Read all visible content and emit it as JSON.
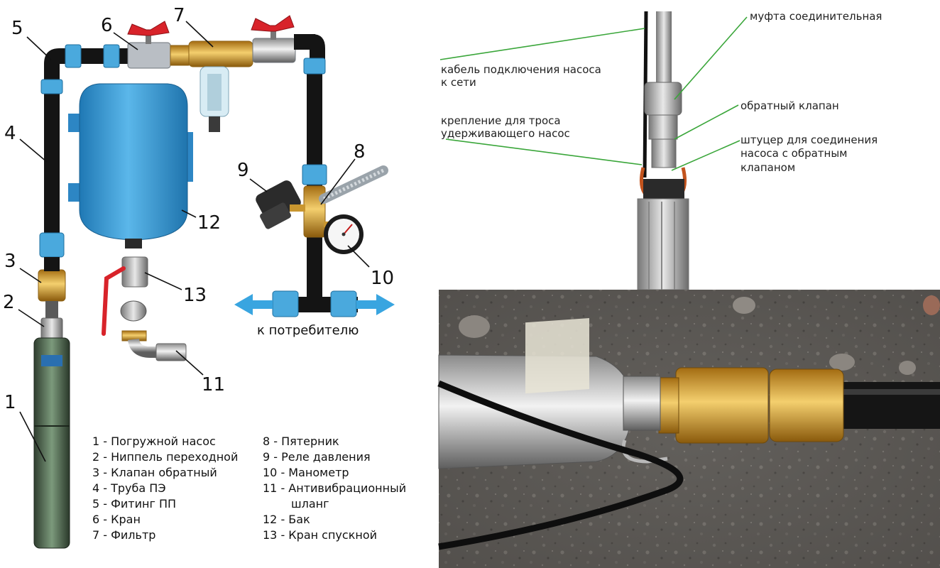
{
  "numbers": {
    "n1": "1",
    "n2": "2",
    "n3": "3",
    "n4": "4",
    "n5": "5",
    "n6": "6",
    "n7": "7",
    "n8": "8",
    "n9": "9",
    "n10": "10",
    "n11": "11",
    "n12": "12",
    "n13": "13"
  },
  "consumer_label": "к потребителю",
  "legend": {
    "left": [
      "1 - Погружной насос",
      "2 - Ниппель переходной",
      "3 - Клапан обратный",
      "4 - Труба ПЭ",
      "5 - Фитинг ПП",
      "6 - Кран",
      "7 - Фильтр"
    ],
    "right": [
      "8 - Пятерник",
      "9 - Реле давления",
      "10 - Манометр",
      "11 - Антивибрационный",
      "шланг",
      "12 - Бак",
      "13 - Кран спускной"
    ]
  },
  "annotations": {
    "coupling": "муфта соединительная",
    "cable_l1": "кабель подключения насоса",
    "cable_l2": "к сети",
    "check_valve": "обратный клапан",
    "mount_l1": "крепление для троса",
    "mount_l2": "удерживающего насос",
    "fitting_l1": "штуцер для соединения",
    "fitting_l2": "насоса с обратным",
    "fitting_l3": "клапаном"
  },
  "colors": {
    "pipe": "#141414",
    "coupling": "#4aa9dd",
    "tank": "#3a9ed8",
    "brass": "#d9a13a",
    "valve_handle": "#d8232a",
    "arrow": "#39a5e0",
    "leader_green": "#3aa63a"
  }
}
